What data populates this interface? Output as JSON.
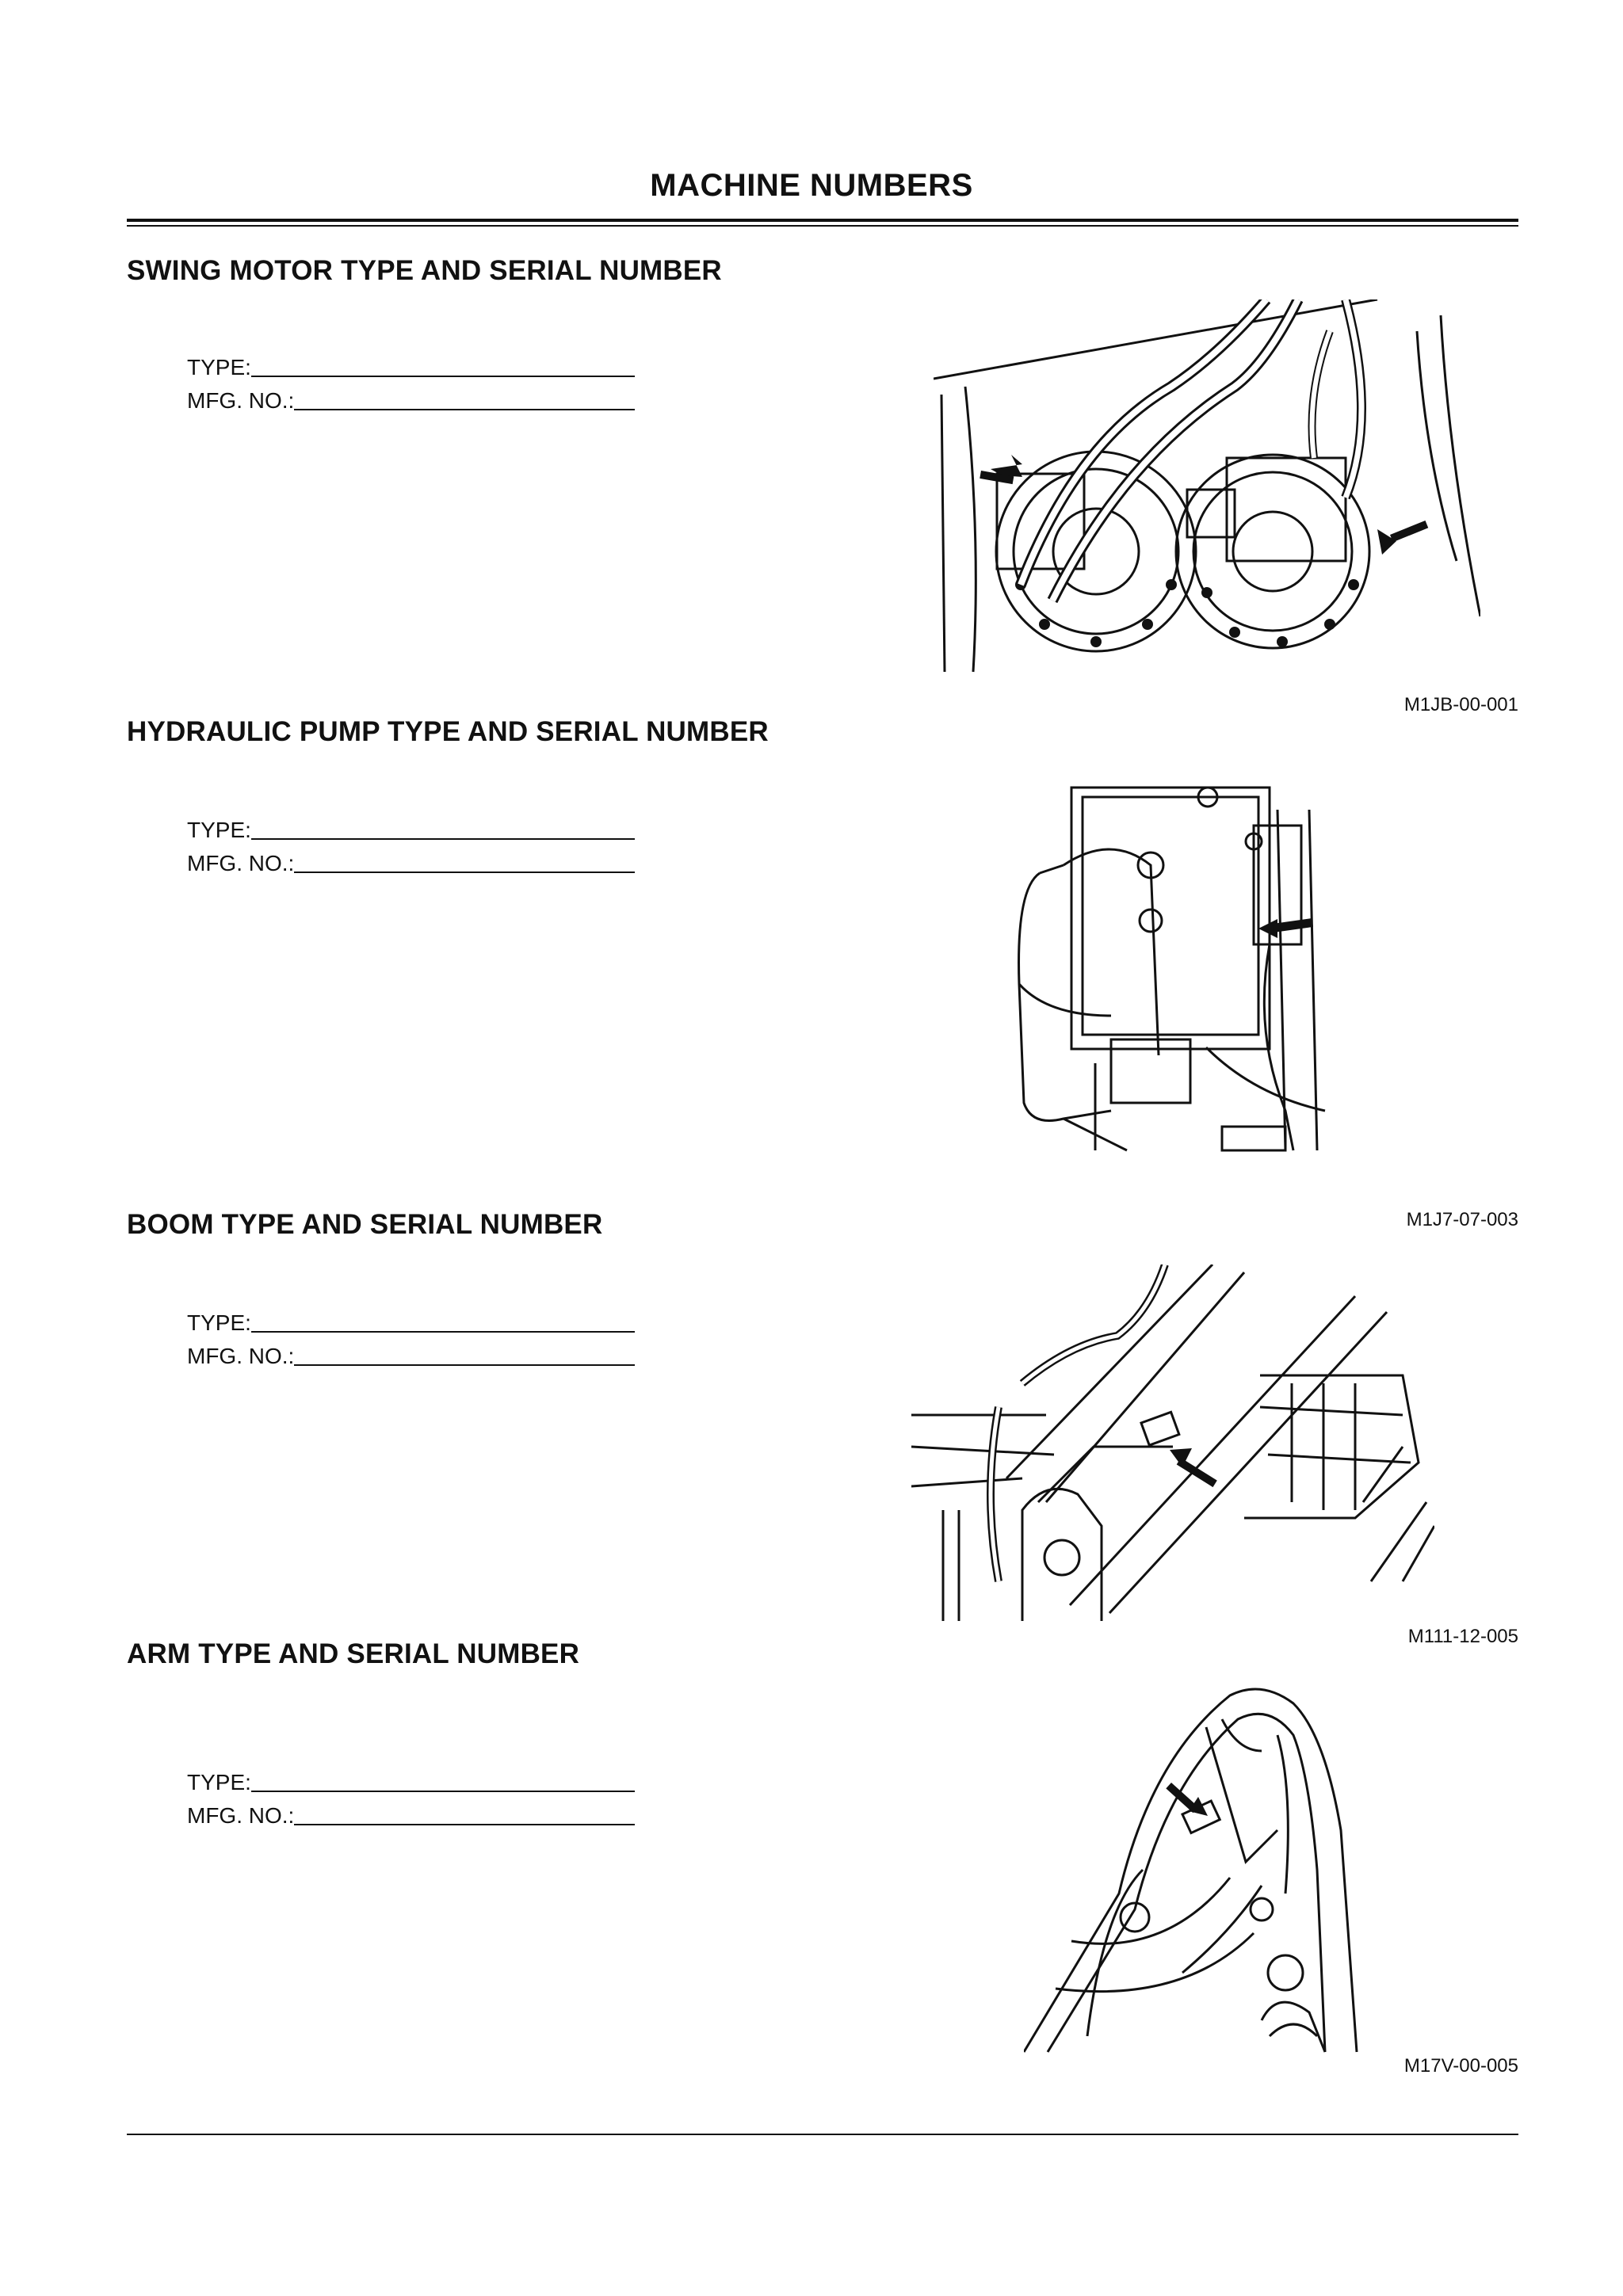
{
  "page": {
    "title": "MACHINE NUMBERS"
  },
  "sections": [
    {
      "heading": "SWING MOTOR TYPE AND SERIAL NUMBER",
      "type_label": "TYPE:",
      "mfg_label": "MFG. NO.:",
      "figure_code": "M1JB-00-001",
      "figure_icon": "swing-motor-illustration"
    },
    {
      "heading": "HYDRAULIC PUMP TYPE AND SERIAL NUMBER",
      "type_label": "TYPE:",
      "mfg_label": "MFG. NO.:",
      "figure_code": "M1J7-07-003",
      "figure_icon": "hydraulic-pump-illustration"
    },
    {
      "heading": "BOOM TYPE AND SERIAL NUMBER",
      "type_label": "TYPE:",
      "mfg_label": "MFG. NO.:",
      "figure_code": "M111-12-005",
      "figure_icon": "boom-illustration"
    },
    {
      "heading": "ARM TYPE AND SERIAL NUMBER",
      "type_label": "TYPE:",
      "mfg_label": "MFG. NO.:",
      "figure_code": "M17V-00-005",
      "figure_icon": "arm-illustration"
    }
  ]
}
